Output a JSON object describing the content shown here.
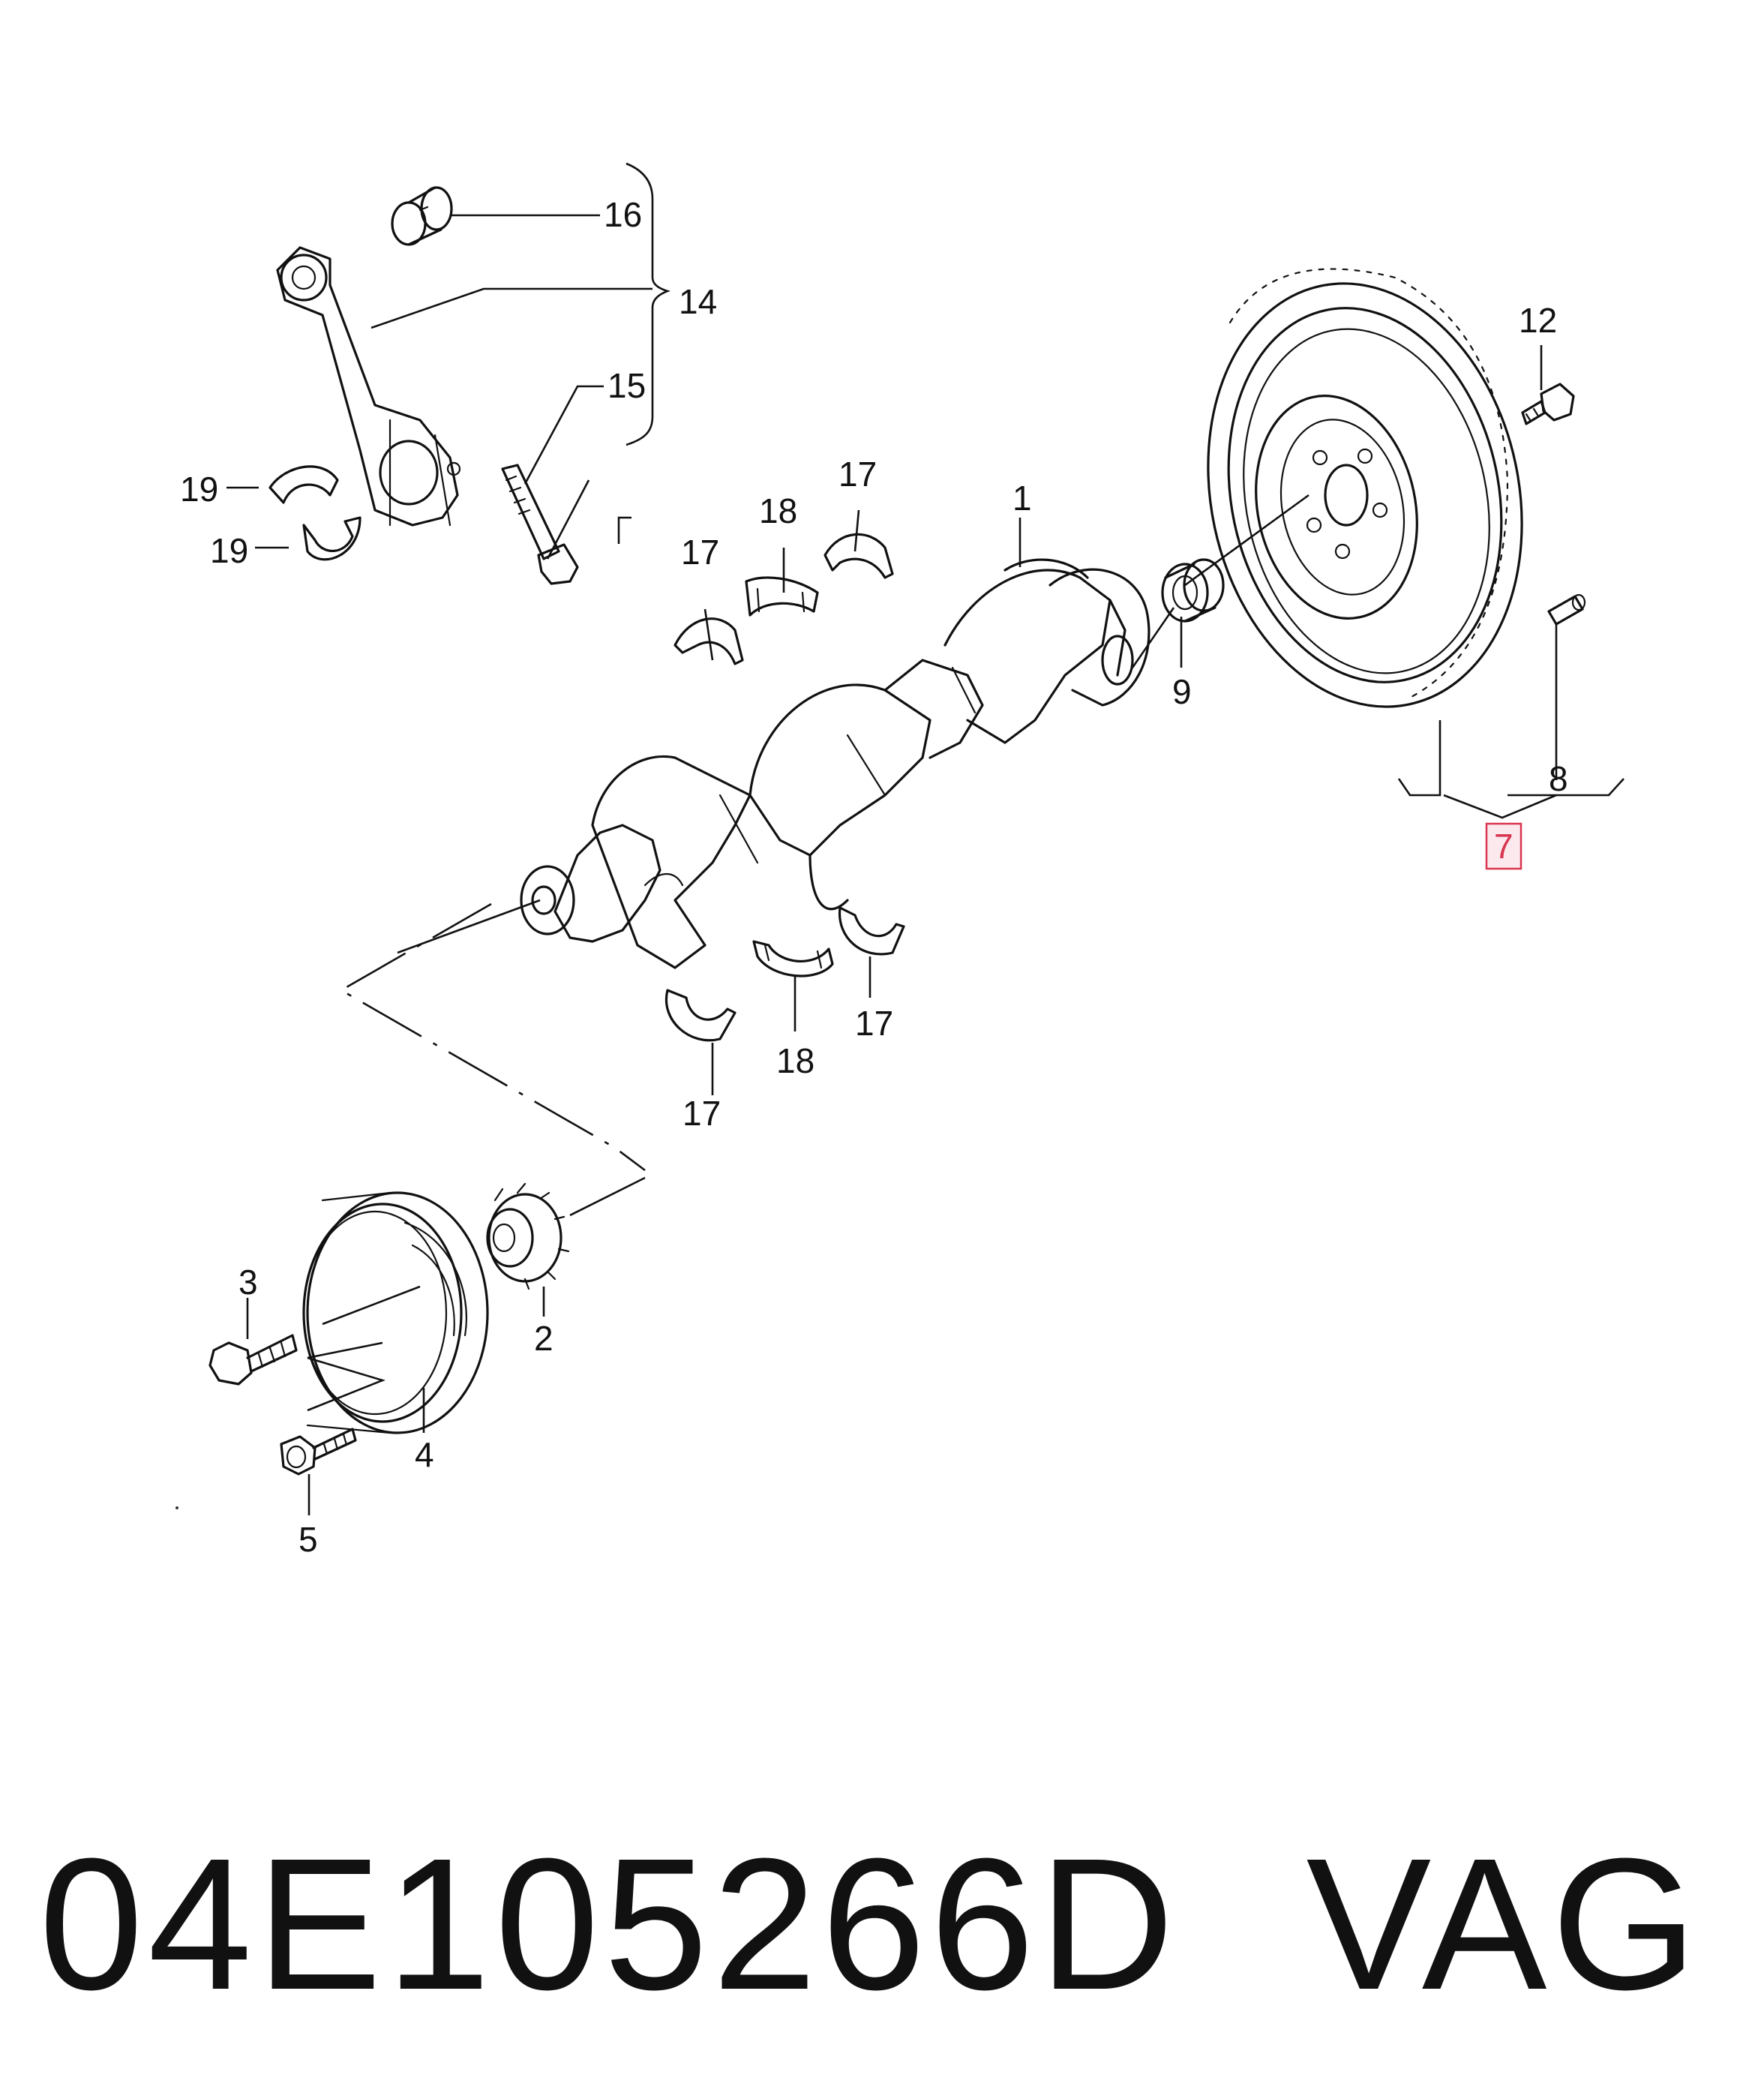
{
  "diagram": {
    "callouts": {
      "c1": "1",
      "c2": "2",
      "c3": "3",
      "c4": "4",
      "c5": "5",
      "c7": "7",
      "c8": "8",
      "c9": "9",
      "c12": "12",
      "c14": "14",
      "c15": "15",
      "c16": "16",
      "c17a": "17",
      "c17b": "17",
      "c17c": "17",
      "c17d": "17",
      "c18a": "18",
      "c18b": "18",
      "c19a": "19",
      "c19b": "19"
    },
    "highlighted_callout": "7",
    "highlight_color": "#d9354f"
  },
  "footer": {
    "part_number": "04E105266D",
    "brand": "VAG"
  }
}
